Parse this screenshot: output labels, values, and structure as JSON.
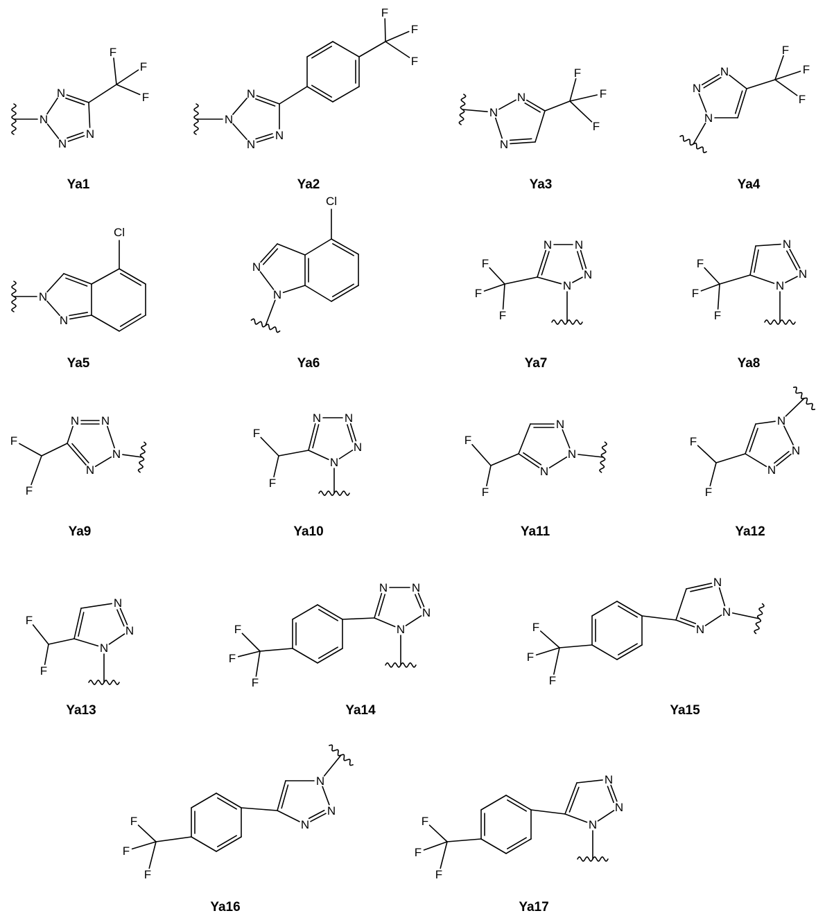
{
  "compounds": [
    {
      "label": "Ya1",
      "atoms": [
        "N",
        "N",
        "N",
        "N",
        "F",
        "F",
        "F"
      ]
    },
    {
      "label": "Ya2",
      "atoms": [
        "N",
        "N",
        "N",
        "N",
        "F",
        "F",
        "F"
      ]
    },
    {
      "label": "Ya3",
      "atoms": [
        "N",
        "N",
        "N",
        "F",
        "F",
        "F"
      ]
    },
    {
      "label": "Ya4",
      "atoms": [
        "N",
        "N",
        "N",
        "F",
        "F",
        "F"
      ]
    },
    {
      "label": "Ya5",
      "atoms": [
        "N",
        "N",
        "Cl"
      ]
    },
    {
      "label": "Ya6",
      "atoms": [
        "N",
        "N",
        "Cl"
      ]
    },
    {
      "label": "Ya7",
      "atoms": [
        "N",
        "N",
        "N",
        "N",
        "F",
        "F",
        "F"
      ]
    },
    {
      "label": "Ya8",
      "atoms": [
        "N",
        "N",
        "N",
        "F",
        "F",
        "F"
      ]
    },
    {
      "label": "Ya9",
      "atoms": [
        "N",
        "N",
        "N",
        "N",
        "F",
        "F"
      ]
    },
    {
      "label": "Ya10",
      "atoms": [
        "N",
        "N",
        "N",
        "N",
        "F",
        "F"
      ]
    },
    {
      "label": "Ya11",
      "atoms": [
        "N",
        "N",
        "N",
        "F",
        "F"
      ]
    },
    {
      "label": "Ya12",
      "atoms": [
        "N",
        "N",
        "N",
        "F",
        "F"
      ]
    },
    {
      "label": "Ya13",
      "atoms": [
        "N",
        "N",
        "N",
        "F",
        "F"
      ]
    },
    {
      "label": "Ya14",
      "atoms": [
        "N",
        "N",
        "N",
        "N",
        "F",
        "F",
        "F"
      ]
    },
    {
      "label": "Ya15",
      "atoms": [
        "N",
        "N",
        "N",
        "F",
        "F",
        "F"
      ]
    },
    {
      "label": "Ya16",
      "atoms": [
        "N",
        "N",
        "N",
        "F",
        "F",
        "F"
      ]
    },
    {
      "label": "Ya17",
      "atoms": [
        "N",
        "N",
        "N",
        "F",
        "F",
        "F"
      ]
    }
  ]
}
